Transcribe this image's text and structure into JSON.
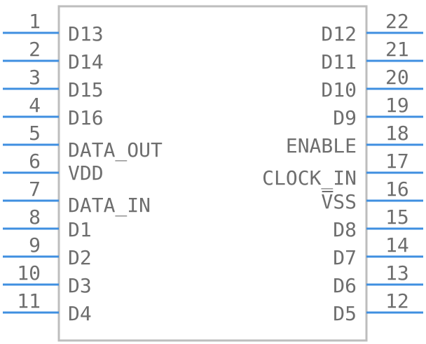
{
  "component": {
    "left_pins": [
      {
        "num": "1",
        "label": "D13"
      },
      {
        "num": "2",
        "label": "D14"
      },
      {
        "num": "3",
        "label": "D15"
      },
      {
        "num": "4",
        "label": "D16"
      },
      {
        "num": "5",
        "label": "DATA_OUT"
      },
      {
        "num": "6",
        "label": "VDD"
      },
      {
        "num": "7",
        "label": "DATA_IN"
      },
      {
        "num": "8",
        "label": "D1"
      },
      {
        "num": "9",
        "label": "D2"
      },
      {
        "num": "10",
        "label": "D3"
      },
      {
        "num": "11",
        "label": "D4"
      }
    ],
    "right_pins": [
      {
        "num": "22",
        "label": "D12"
      },
      {
        "num": "21",
        "label": "D11"
      },
      {
        "num": "20",
        "label": "D10"
      },
      {
        "num": "19",
        "label": "D9"
      },
      {
        "num": "18",
        "label": "ENABLE"
      },
      {
        "num": "17",
        "label": "CLOCK_IN"
      },
      {
        "num": "16",
        "label": "VSS",
        "overbar_first_char": true
      },
      {
        "num": "15",
        "label": "D8"
      },
      {
        "num": "14",
        "label": "D7"
      },
      {
        "num": "13",
        "label": "D6"
      },
      {
        "num": "12",
        "label": "D5"
      }
    ],
    "colors": {
      "pin": "#3f8fe0",
      "text": "#6e6e6e",
      "body_outline": "#bdbdbd"
    }
  }
}
